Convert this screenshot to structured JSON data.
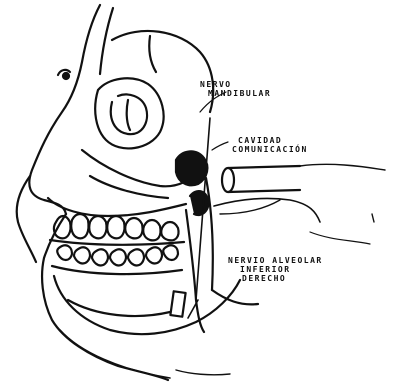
{
  "colors": {
    "ink": "#111111",
    "background": "#ffffff"
  },
  "labels": {
    "top_right_1_line1": "NERVO",
    "top_right_1_line2": "MANDIBULAR",
    "top_right_2_line1": "CAVIDAD",
    "top_right_2_line2": "COMUNICACIÓN",
    "bottom_right_line1": "NERVIO ALVEOLAR",
    "bottom_right_line2": "INFERIOR",
    "bottom_right_line3": "DERECHO"
  }
}
